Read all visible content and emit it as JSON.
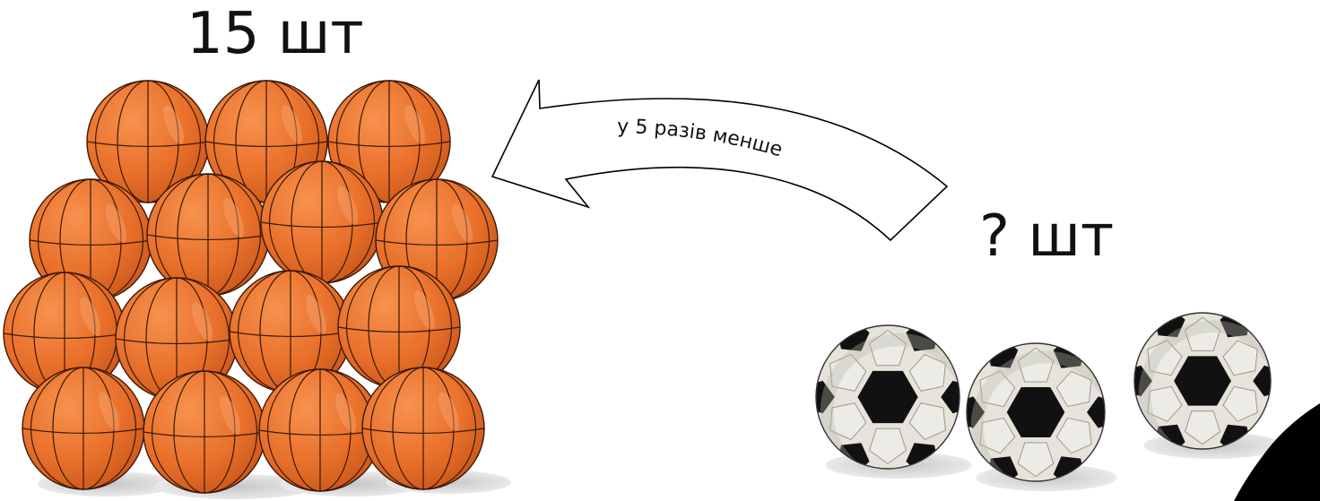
{
  "labels": {
    "basketball_count": "15 шт",
    "soccer_count": "? шт",
    "relation": "у 5 разів менше"
  },
  "items": {
    "basketballs": 15,
    "soccer_balls_shown": 3
  },
  "colors": {
    "basketball": "#e8702a",
    "basketball_lines": "#3a1808",
    "soccer_patch": "#111111",
    "soccer_panel": "#e7e3da",
    "shadow": "#cfcfcf",
    "corner": "#000000"
  },
  "icons": [
    "basketball-icon",
    "soccer-ball-icon",
    "curved-arrow-icon"
  ]
}
